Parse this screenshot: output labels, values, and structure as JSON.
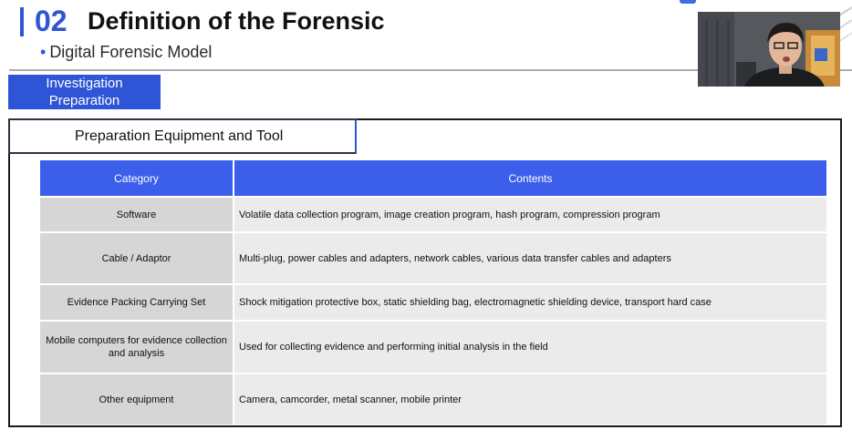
{
  "header": {
    "section_number": "02",
    "title": "Definition of the Forensic",
    "subtitle": "Digital Forensic Model",
    "bullet": "•"
  },
  "tab": {
    "label": "Investigation Preparation"
  },
  "section": {
    "title": "Preparation Equipment and Tool"
  },
  "table": {
    "headers": [
      "Category",
      "Contents"
    ],
    "rows": [
      {
        "category": "Software",
        "contents": "Volatile data collection program, image creation program, hash program, compression program"
      },
      {
        "category": "Cable / Adaptor",
        "contents": "Multi-plug, power cables and adapters, network cables, various data transfer cables and adapters"
      },
      {
        "category": "Evidence Packing Carrying Set",
        "contents": "Shock mitigation protective box, static shielding bag, electromagnetic shielding device, transport hard case"
      },
      {
        "category": "Mobile computers for evidence collection and analysis",
        "contents": "Used for collecting evidence and performing initial analysis in the field"
      },
      {
        "category": "Other equipment",
        "contents": "Camera, camcorder, metal scanner, mobile printer"
      }
    ]
  },
  "colors": {
    "accent": "#2e55d6",
    "table_header": "#3b5fea",
    "category_cell": "#d6d6d6",
    "content_cell": "#ebebeb"
  }
}
